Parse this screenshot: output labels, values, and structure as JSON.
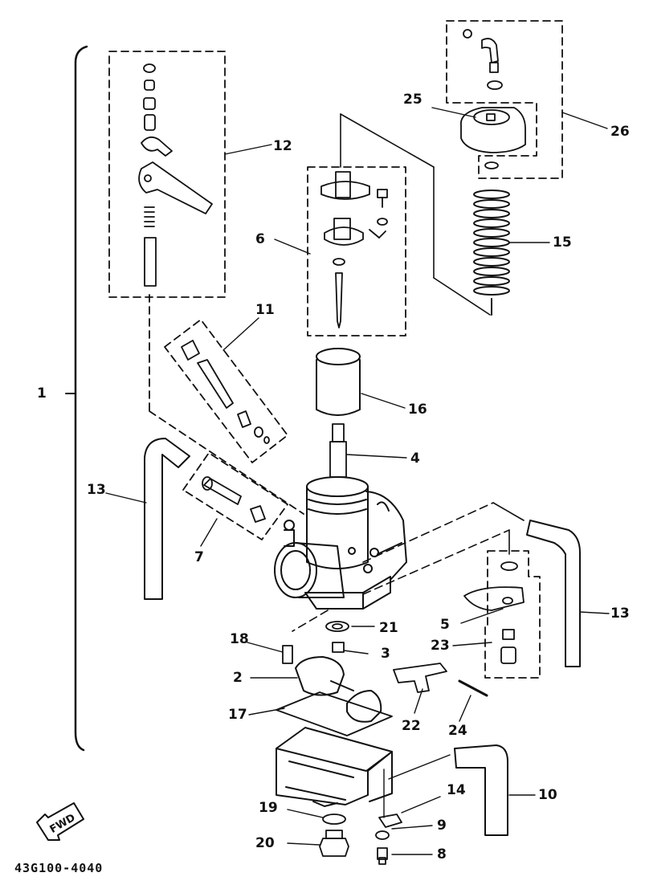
{
  "diagram": {
    "drawing_code": "43G100-4040",
    "fwd_label": "FWD",
    "callouts": {
      "c1": "1",
      "c2": "2",
      "c3": "3",
      "c4": "4",
      "c5": "5",
      "c6": "6",
      "c7": "7",
      "c8": "8",
      "c9": "9",
      "c10": "10",
      "c11": "11",
      "c12": "12",
      "c13a": "13",
      "c13b": "13",
      "c14": "14",
      "c15": "15",
      "c16": "16",
      "c17": "17",
      "c18": "18",
      "c19": "19",
      "c20": "20",
      "c21": "21",
      "c22": "22",
      "c23": "23",
      "c24": "24",
      "c25": "25",
      "c26": "26"
    }
  }
}
